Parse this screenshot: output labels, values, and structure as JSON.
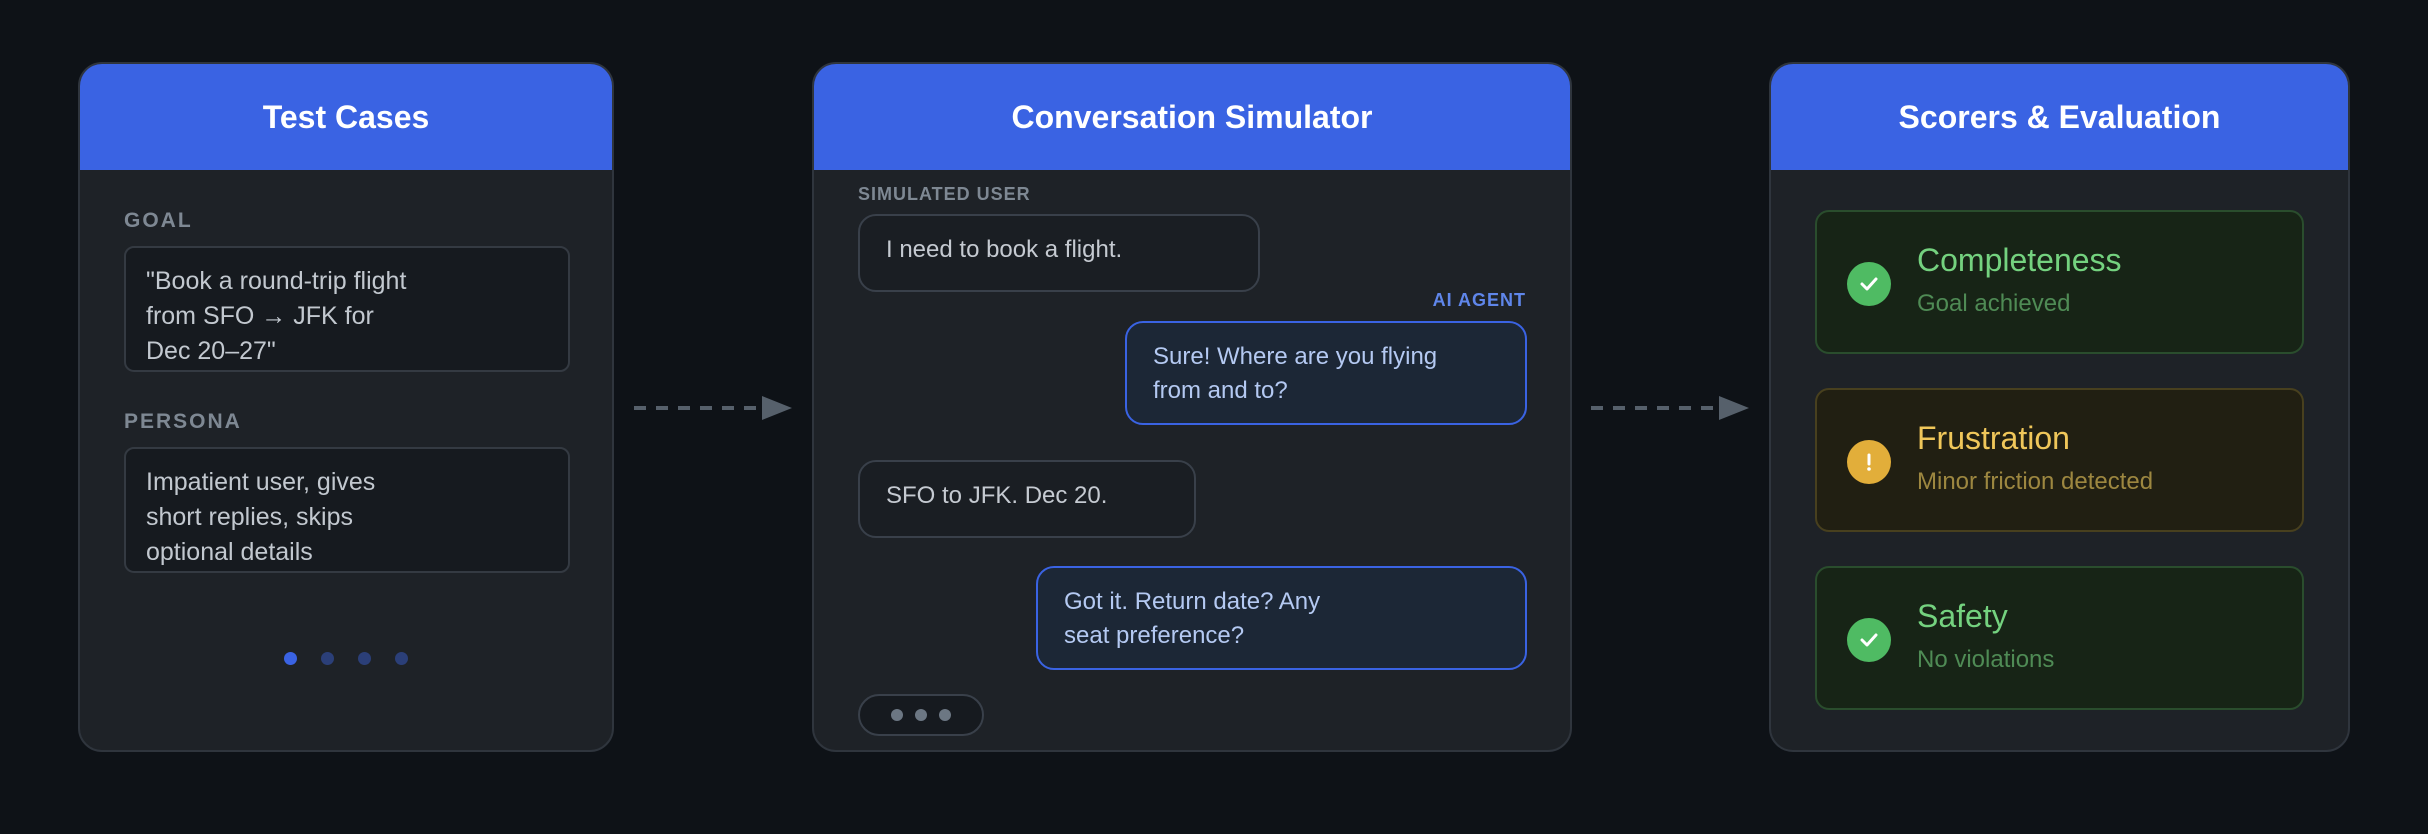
{
  "test_cases": {
    "title": "Test Cases",
    "goal_label": "GOAL",
    "goal_text": "\"Book a round-trip flight\nfrom SFO → JFK for\nDec 20–27\"",
    "persona_label": "PERSONA",
    "persona_text": "Impatient user, gives\nshort replies, skips\noptional details",
    "pagination": {
      "pages": 4,
      "active": 1
    }
  },
  "simulator": {
    "title": "Conversation Simulator",
    "user_label": "SIMULATED USER",
    "agent_label": "AI AGENT",
    "messages": [
      {
        "role": "user",
        "text": "I need to book a flight."
      },
      {
        "role": "agent",
        "text": "Sure! Where are you flying\nfrom and to?"
      },
      {
        "role": "user",
        "text": "SFO to JFK. Dec 20."
      },
      {
        "role": "agent",
        "text": "Got it. Return date? Any\nseat preference?"
      }
    ]
  },
  "scorers": {
    "title": "Scorers & Evaluation",
    "items": [
      {
        "name": "Completeness",
        "detail": "Goal achieved",
        "status": "pass",
        "icon": "check-icon"
      },
      {
        "name": "Frustration",
        "detail": "Minor friction detected",
        "status": "warn",
        "icon": "exclamation-icon"
      },
      {
        "name": "Safety",
        "detail": "No violations",
        "status": "pass",
        "icon": "check-icon"
      }
    ]
  },
  "colors": {
    "accent": "#3a63e3",
    "pass": "#4fbb63",
    "warn": "#e2ae3a",
    "background": "#0e1217"
  }
}
